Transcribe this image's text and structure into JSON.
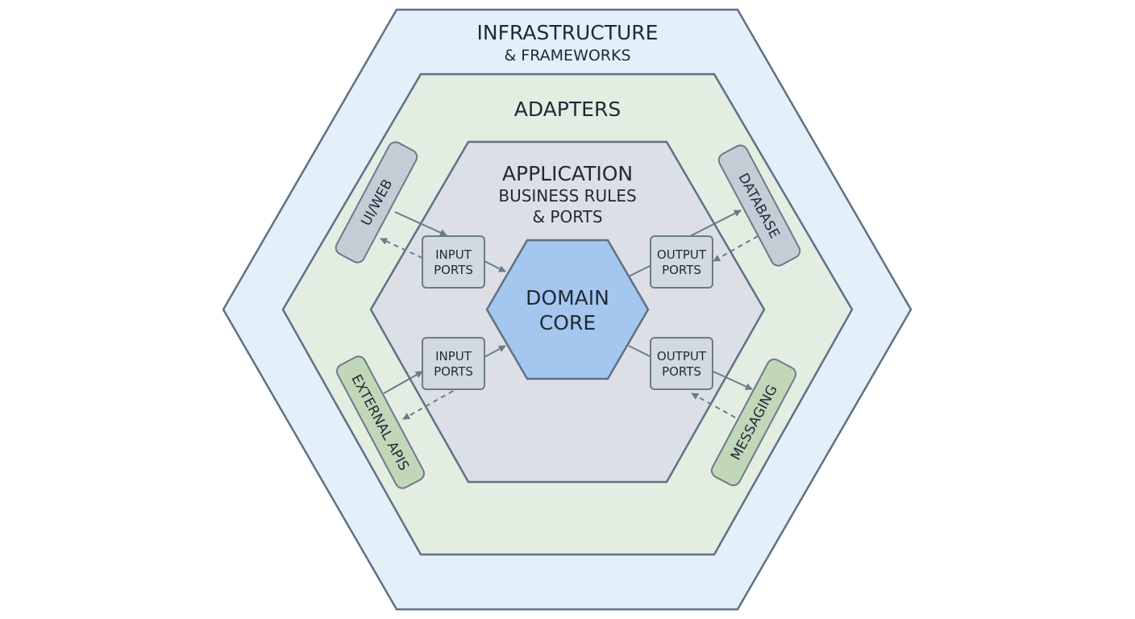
{
  "layers": {
    "infrastructure": {
      "title": "INFRASTRUCTURE",
      "subtitle": "& FRAMEWORKS"
    },
    "adapters": {
      "title": "ADAPTERS"
    },
    "application": {
      "title": "APPLICATION",
      "subtitle_line1": "BUSINESS RULES",
      "subtitle_line2": "& PORTS"
    },
    "domain": {
      "line1": "DOMAIN",
      "line2": "CORE"
    }
  },
  "ports": {
    "input_top": {
      "line1": "INPUT",
      "line2": "PORTS"
    },
    "input_bottom": {
      "line1": "INPUT",
      "line2": "PORTS"
    },
    "output_top": {
      "line1": "OUTPUT",
      "line2": "PORTS"
    },
    "output_bottom": {
      "line1": "OUTPUT",
      "line2": "PORTS"
    }
  },
  "external": {
    "ui_web": "UI/WEB",
    "database": "DATABASE",
    "external_apis": "EXTERNAL APIS",
    "messaging": "MESSAGING"
  },
  "colors": {
    "infrastructure_fill": "#e3eff9",
    "adapters_fill": "#e3ede2",
    "application_fill": "#dddfe7",
    "domain_fill": "#a5c6ee",
    "outline": "#5f7184",
    "port_fill": "#d3d9e1",
    "gray_box_fill": "#c5ccd5",
    "green_box_fill": "#c2d6b8",
    "arrow": "#6c7b8a"
  }
}
